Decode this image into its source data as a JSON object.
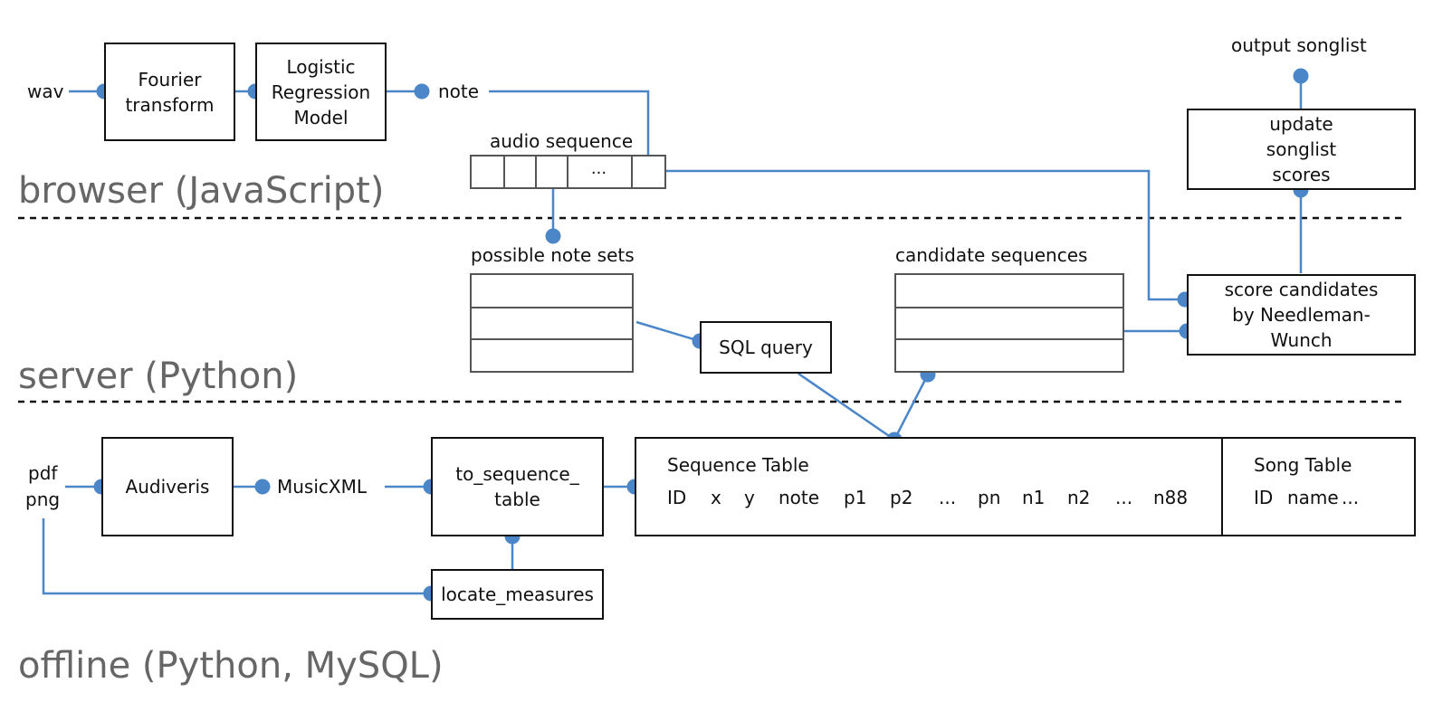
{
  "sections": {
    "browser": "browser (JavaScript)",
    "server": "server (Python)",
    "offline": "offline (Python, MySQL)"
  },
  "browser": {
    "input_wav": "wav",
    "fourier_box": "Fourier transform",
    "logistic_box": "Logistic Regression Model",
    "note_label": "note",
    "audio_sequence_label": "audio sequence",
    "audio_sequence_ellipsis": "...",
    "output_songlist_label": "output songlist",
    "update_box": "update songlist scores"
  },
  "server": {
    "possible_note_sets_label": "possible note sets",
    "sql_query_box": "SQL query",
    "candidate_sequences_label": "candidate sequences",
    "score_box": "score candidates by Needleman-Wunch"
  },
  "offline": {
    "input_pdf": "pdf",
    "input_png": "png",
    "audiveris_box": "Audiveris",
    "musicxml_label": "MusicXML",
    "to_sequence_box": "to_sequence_ table",
    "locate_measures_box": "locate_measures",
    "sequence_table": {
      "title": "Sequence Table",
      "columns": [
        "ID",
        "x",
        "y",
        "note",
        "p1",
        "p2",
        "...",
        "pn",
        "n1",
        "n2",
        "...",
        "n88"
      ]
    },
    "song_table": {
      "title": "Song Table",
      "columns": [
        "ID",
        "name",
        "..."
      ]
    }
  },
  "colors": {
    "connector": "#4a86c8",
    "box_border": "#111111",
    "list_border": "#555555",
    "zone_text": "#666666",
    "divider": "#111111"
  }
}
